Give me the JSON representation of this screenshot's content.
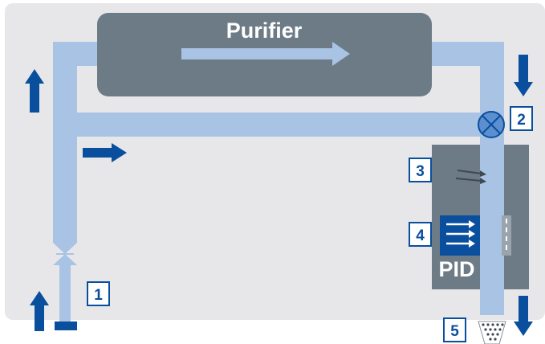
{
  "purifier": {
    "label": "Purifier"
  },
  "pid": {
    "label": "PID"
  },
  "markers": [
    {
      "number": "1"
    },
    {
      "number": "2"
    },
    {
      "number": "3"
    },
    {
      "number": "4"
    },
    {
      "number": "5"
    }
  ],
  "colors": {
    "background_panel": "#e7e7ea",
    "pipe": "#a9c3e4",
    "arrow": "#0a4f9e",
    "purifier_box": "#6d7b86",
    "pid_block": "#6d7b86",
    "pid_sensor": "#0a4f9e",
    "marker_border": "#0a4f9e"
  }
}
